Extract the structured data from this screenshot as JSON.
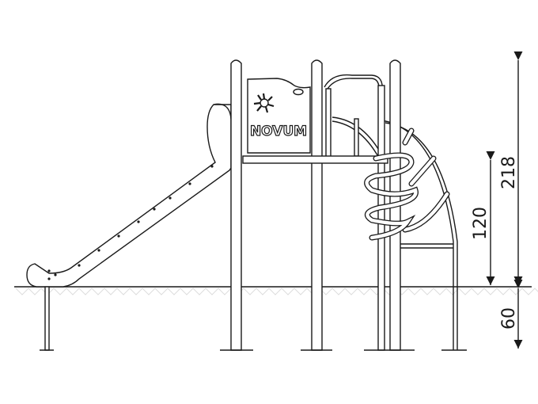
{
  "drawing": {
    "panel_logo_text": "NOVUM",
    "dimensions": {
      "total_height": "218",
      "platform_height": "120",
      "foundation_depth": "60"
    }
  }
}
